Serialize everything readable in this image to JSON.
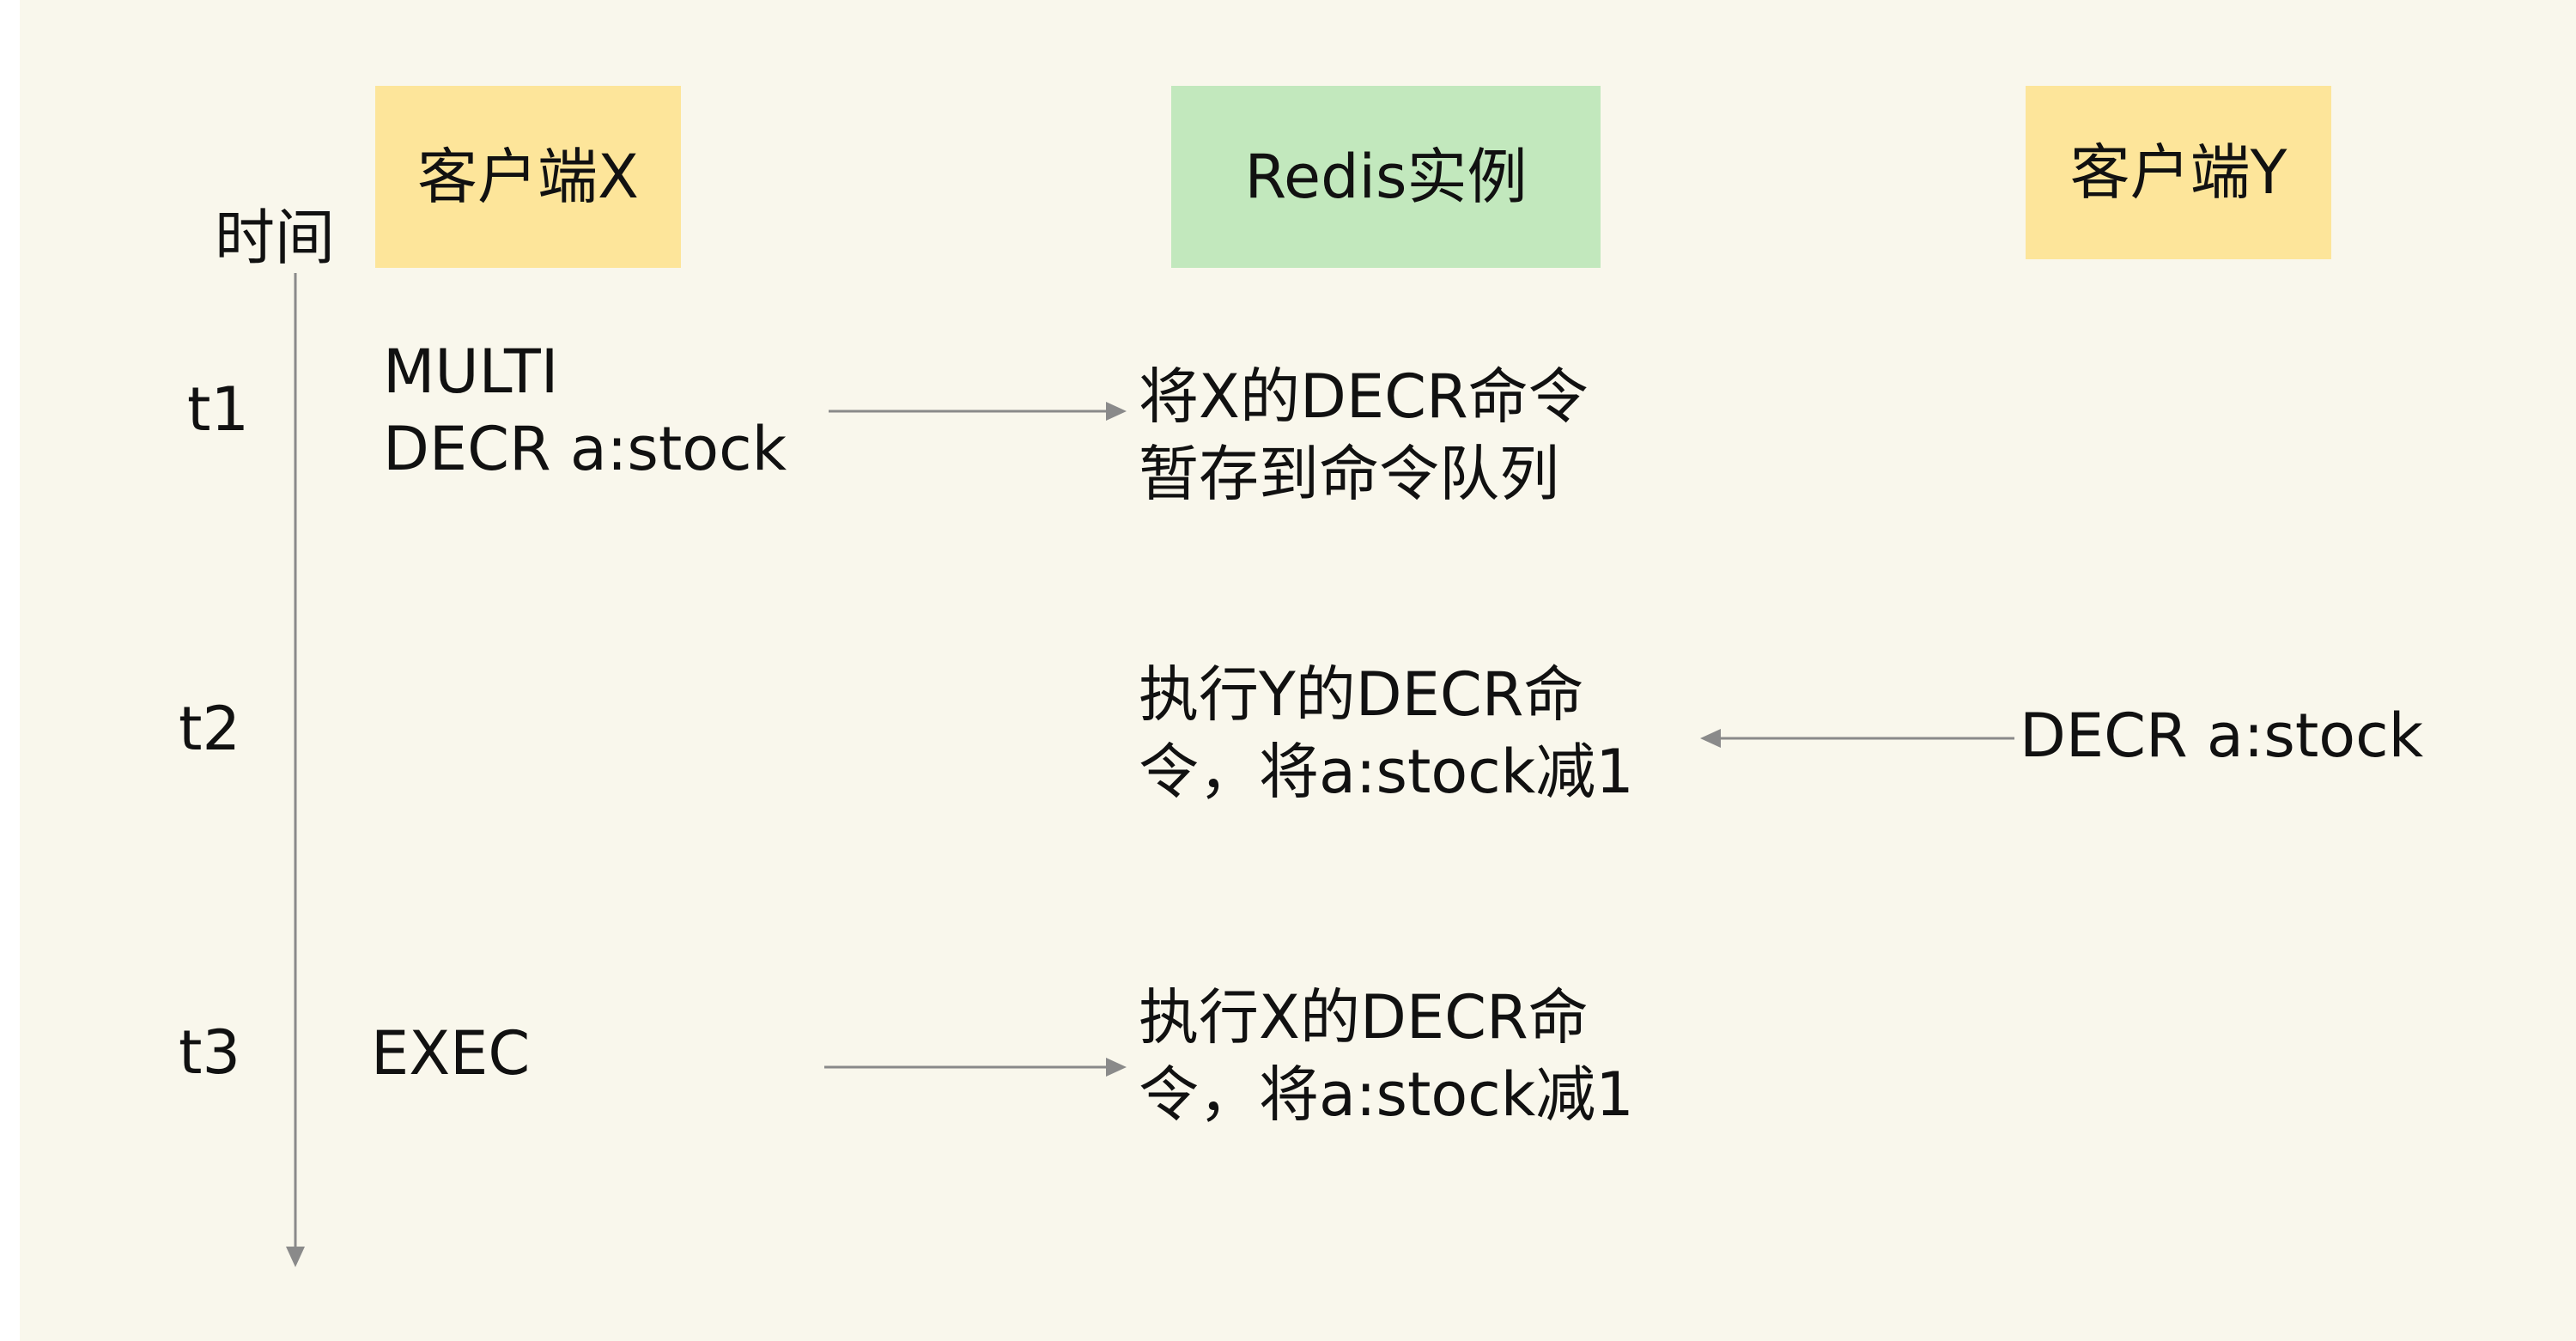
{
  "time_axis": {
    "label": "时间",
    "ticks": [
      "t1",
      "t2",
      "t3"
    ]
  },
  "lanes": {
    "client_x": {
      "title": "客户端X",
      "color": "#fde59a"
    },
    "redis": {
      "title": "Redis实例",
      "color": "#c2e8bd"
    },
    "client_y": {
      "title": "客户端Y",
      "color": "#fde59a"
    }
  },
  "steps": {
    "t1": {
      "client_x_lines": [
        "MULTI",
        "DECR a:stock"
      ],
      "redis_lines": [
        "将X的DECR命令",
        "暂存到命令队列"
      ]
    },
    "t2": {
      "client_y_line": "DECR a:stock",
      "redis_lines": [
        "执行Y的DECR命",
        "令，将a:stock减1"
      ]
    },
    "t3": {
      "client_x_line": "EXEC",
      "redis_lines": [
        "执行X的DECR命",
        "令，将a:stock减1"
      ]
    }
  },
  "colors": {
    "background": "#f9f7ec",
    "line": "#8a8a8a"
  }
}
